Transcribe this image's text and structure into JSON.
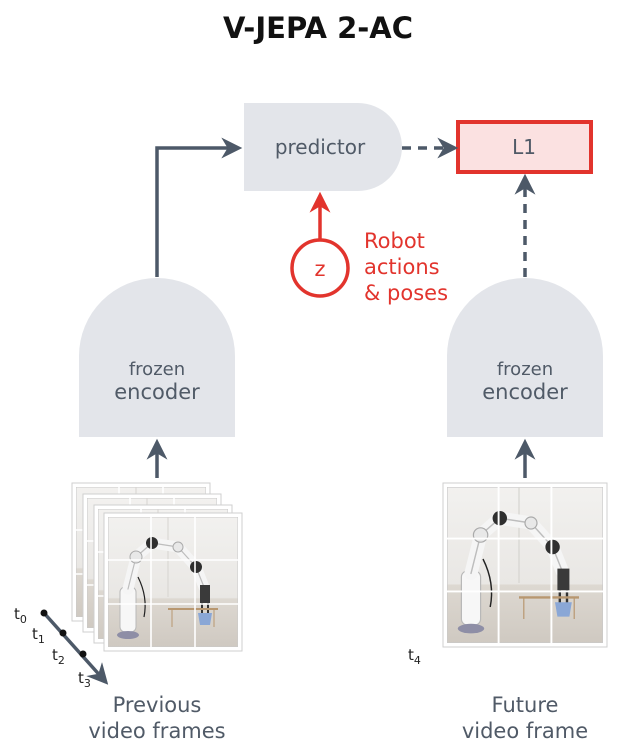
{
  "title": "V-JEPA 2-AC",
  "predictor": {
    "label": "predictor"
  },
  "loss": {
    "label": "L1"
  },
  "latent": {
    "label": "z"
  },
  "condition": {
    "line1": "Robot",
    "line2": "actions",
    "line3": "& poses"
  },
  "encoder_left": {
    "line1": "frozen",
    "line2": "encoder"
  },
  "encoder_right": {
    "line1": "frozen",
    "line2": "encoder"
  },
  "time_labels": [
    {
      "base": "t",
      "sub": "0"
    },
    {
      "base": "t",
      "sub": "1"
    },
    {
      "base": "t",
      "sub": "2"
    },
    {
      "base": "t",
      "sub": "3"
    }
  ],
  "future_time": {
    "base": "t",
    "sub": "4"
  },
  "caption_left": {
    "line1": "Previous",
    "line2": "video frames"
  },
  "caption_right": {
    "line1": "Future",
    "line2": "video frame"
  },
  "colors": {
    "block_fill": "#e3e5ea",
    "arrow": "#4d5968",
    "accent_red": "#e2342d",
    "loss_fill": "#fbe1e1"
  }
}
